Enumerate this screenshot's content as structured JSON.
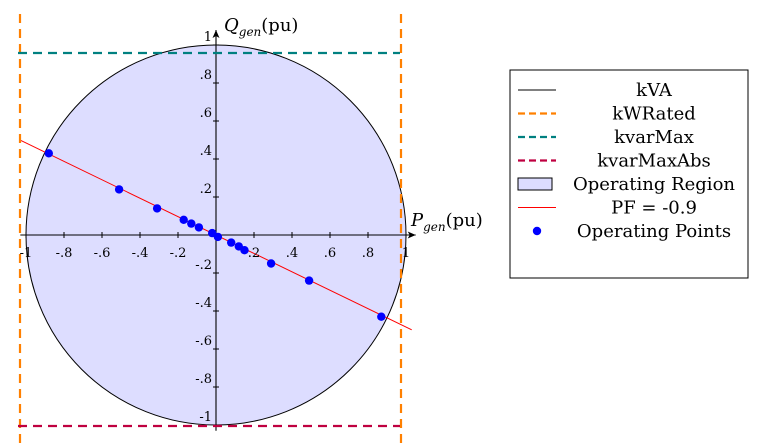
{
  "chart_data": {
    "type": "scatter",
    "title": "",
    "xlabel": {
      "main": "P",
      "sub": "gen",
      "unit": "(pu)"
    },
    "ylabel": {
      "main": "Q",
      "sub": "gen",
      "unit": "(pu)"
    },
    "xlim": [
      -1.03,
      1.03
    ],
    "ylim": [
      -1.03,
      1.1
    ],
    "x_ticks": [
      {
        "v": -1,
        "label": "-1"
      },
      {
        "v": -0.8,
        "label": "-.8"
      },
      {
        "v": -0.6,
        "label": "-.6"
      },
      {
        "v": -0.4,
        "label": "-.4"
      },
      {
        "v": -0.2,
        "label": "-.2"
      },
      {
        "v": 0.2,
        "label": ".2"
      },
      {
        "v": 0.4,
        "label": ".4"
      },
      {
        "v": 0.6,
        "label": ".6"
      },
      {
        "v": 0.8,
        "label": ".8"
      },
      {
        "v": 1,
        "label": "1"
      }
    ],
    "y_ticks": [
      {
        "v": 1,
        "label": "1"
      },
      {
        "v": 0.8,
        "label": ".8"
      },
      {
        "v": 0.6,
        "label": ".6"
      },
      {
        "v": 0.4,
        "label": ".4"
      },
      {
        "v": 0.2,
        "label": ".2"
      },
      {
        "v": -0.2,
        "label": "-.2"
      },
      {
        "v": -0.4,
        "label": "-.4"
      },
      {
        "v": -0.6,
        "label": "-.6"
      },
      {
        "v": -0.8,
        "label": "-.8"
      },
      {
        "v": -1,
        "label": "-1"
      }
    ],
    "grid": false,
    "legend_position": "right",
    "series": [
      {
        "name": "kVA",
        "kind": "circle",
        "radius": 1,
        "color": "#000000"
      },
      {
        "name": "kWRated",
        "kind": "vline-pair",
        "values": [
          -1,
          1
        ],
        "color": "#ff8000",
        "dash": true
      },
      {
        "name": "kvarMax",
        "kind": "hline",
        "value": 1.0,
        "color": "#008080",
        "dash": true
      },
      {
        "name": "kvarMaxAbs",
        "kind": "hline",
        "value": -1.0,
        "color": "#bf0040",
        "dash": true
      },
      {
        "name": "Operating Region",
        "kind": "disk",
        "radius": 1,
        "color": "#ddddff"
      },
      {
        "name": "PF = -0.9",
        "kind": "line",
        "slope": -0.4843,
        "x_range": [
          -1.03,
          1.03
        ],
        "color": "#ff0000"
      },
      {
        "name": "Operating Points",
        "kind": "points",
        "color": "#0000ff",
        "x": [
          -0.88,
          -0.51,
          -0.31,
          -0.17,
          -0.13,
          -0.09,
          -0.02,
          0.01,
          0.08,
          0.12,
          0.15,
          0.29,
          0.49,
          0.87
        ],
        "y": [
          0.43,
          0.24,
          0.14,
          0.08,
          0.06,
          0.04,
          0.01,
          -0.01,
          -0.04,
          -0.06,
          -0.08,
          -0.15,
          -0.24,
          -0.43
        ]
      }
    ]
  }
}
